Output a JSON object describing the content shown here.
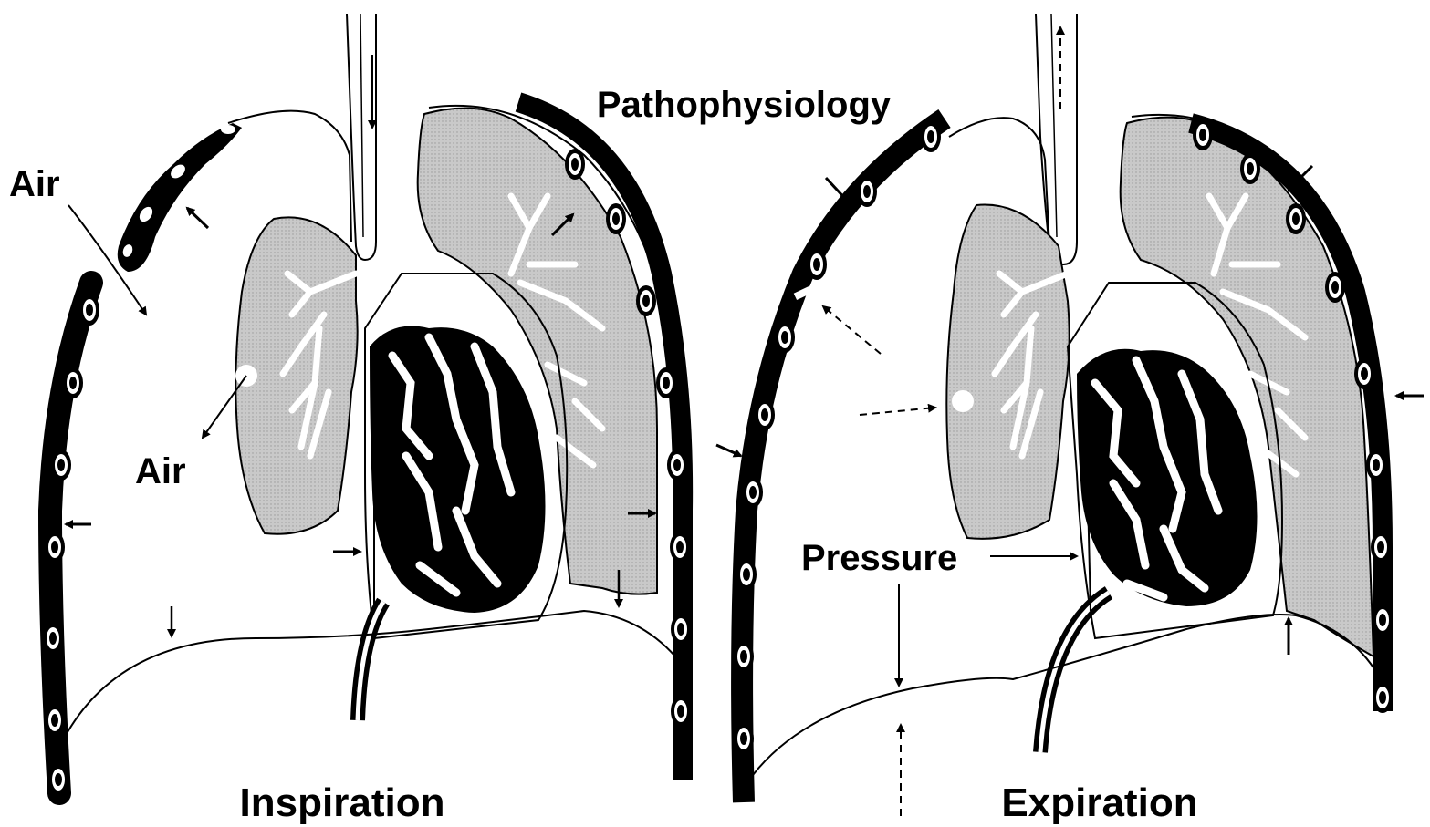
{
  "title": "Pathophysiology",
  "labels": {
    "air_outer": "Air",
    "air_inner": "Air",
    "pressure": "Pressure"
  },
  "captions": {
    "left": "Inspiration",
    "right": "Expiration"
  },
  "colors": {
    "ink": "#000000",
    "lung_fill": "#c8c8c8",
    "background": "#ffffff"
  }
}
